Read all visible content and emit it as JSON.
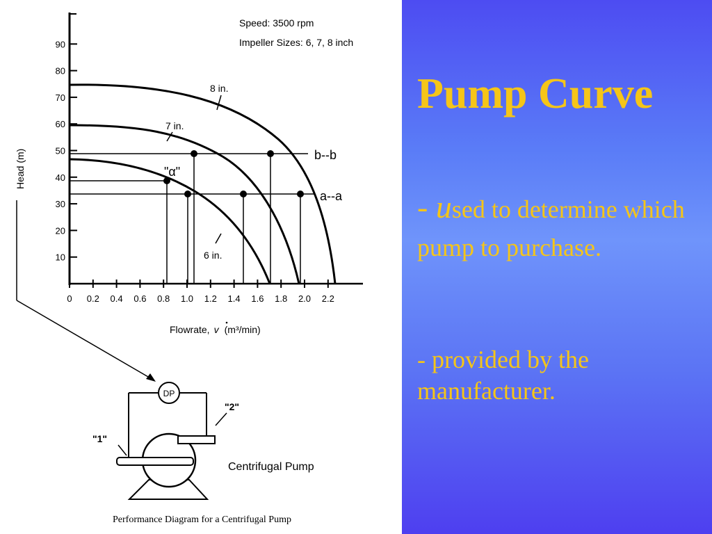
{
  "diagram": {
    "speed": "Speed: 3500 rpm",
    "impeller_sizes": "Impeller Sizes: 6, 7, 8 inch",
    "y_axis_label": "Head (m)",
    "x_axis_label_prefix": "Flowrate,",
    "x_axis_symbol": "v",
    "x_axis_unit": "(m³/min)",
    "y_ticks": [
      "10",
      "20",
      "30",
      "40",
      "50",
      "60",
      "70",
      "80",
      "90"
    ],
    "x_ticks": [
      "0",
      "0.2",
      "0.4",
      "0.6",
      "0.8",
      "1.0",
      "1.2",
      "1.4",
      "1.6",
      "1.8",
      "2.0",
      "2.2"
    ],
    "curve_labels": {
      "eight": "8 in.",
      "seven": "7 in.",
      "six": "6 in."
    },
    "line_labels": {
      "bb": "b--b",
      "aa": "a--a"
    },
    "alpha_label": "\"α\"",
    "pump": {
      "dp_label": "DP",
      "port1": "\"1\"",
      "port2": "\"2\"",
      "name": "Centrifugal  Pump"
    },
    "caption": "Performance Diagram for a Centrifugal Pump"
  },
  "slide": {
    "title": "Pump Curve",
    "bullet1_dash": "- ",
    "bullet1_cap": "u",
    "bullet1_rest": "sed to determine which pump to purchase.",
    "bullet2": "- provided by the manufacturer."
  }
}
